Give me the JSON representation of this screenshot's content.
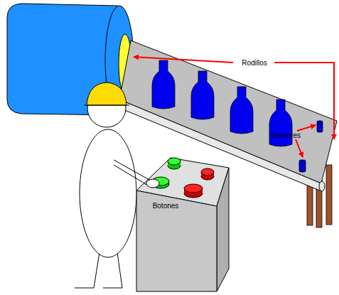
{
  "diagram": {
    "labels": [
      "Rodillos",
      "Sensores",
      "Botones"
    ]
  }
}
